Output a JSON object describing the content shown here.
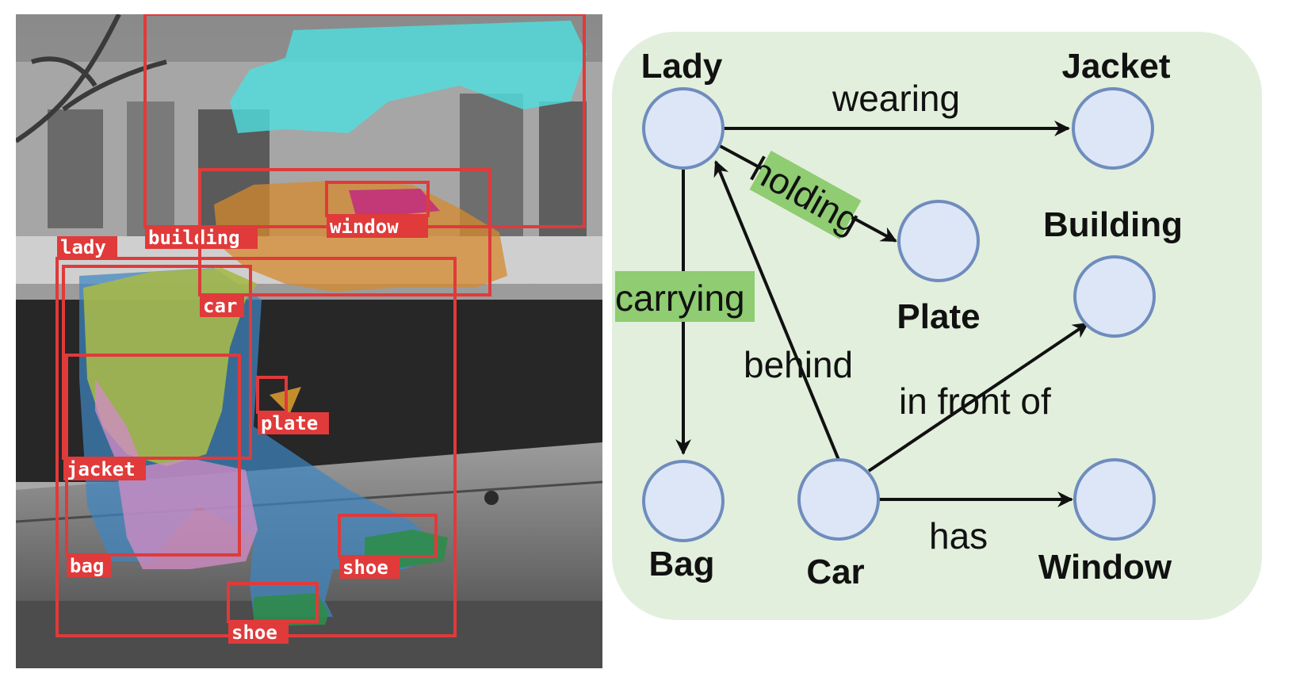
{
  "detections": [
    {
      "label": "building"
    },
    {
      "label": "window"
    },
    {
      "label": "lady"
    },
    {
      "label": "car"
    },
    {
      "label": "plate"
    },
    {
      "label": "jacket"
    },
    {
      "label": "bag"
    },
    {
      "label": "shoe"
    },
    {
      "label": "shoe"
    }
  ],
  "graph": {
    "nodes": [
      {
        "id": "lady",
        "label": "Lady"
      },
      {
        "id": "jacket",
        "label": "Jacket"
      },
      {
        "id": "plate",
        "label": "Plate"
      },
      {
        "id": "building",
        "label": "Building"
      },
      {
        "id": "bag",
        "label": "Bag"
      },
      {
        "id": "car",
        "label": "Car"
      },
      {
        "id": "window",
        "label": "Window"
      }
    ],
    "edges": [
      {
        "from": "lady",
        "to": "jacket",
        "label": "wearing",
        "highlighted": false
      },
      {
        "from": "lady",
        "to": "plate",
        "label": "holding",
        "highlighted": true
      },
      {
        "from": "lady",
        "to": "bag",
        "label": "carrying",
        "highlighted": true
      },
      {
        "from": "car",
        "to": "lady",
        "label": "behind",
        "highlighted": false
      },
      {
        "from": "car",
        "to": "building",
        "label": "in front of",
        "highlighted": false
      },
      {
        "from": "car",
        "to": "window",
        "label": "has",
        "highlighted": false
      }
    ]
  },
  "colors": {
    "box": "#e03a3a",
    "graph_background": "#e2efdc",
    "node_fill": "#dce6f7",
    "node_stroke": "#6f8cbd",
    "highlight": "#8fcc72"
  }
}
